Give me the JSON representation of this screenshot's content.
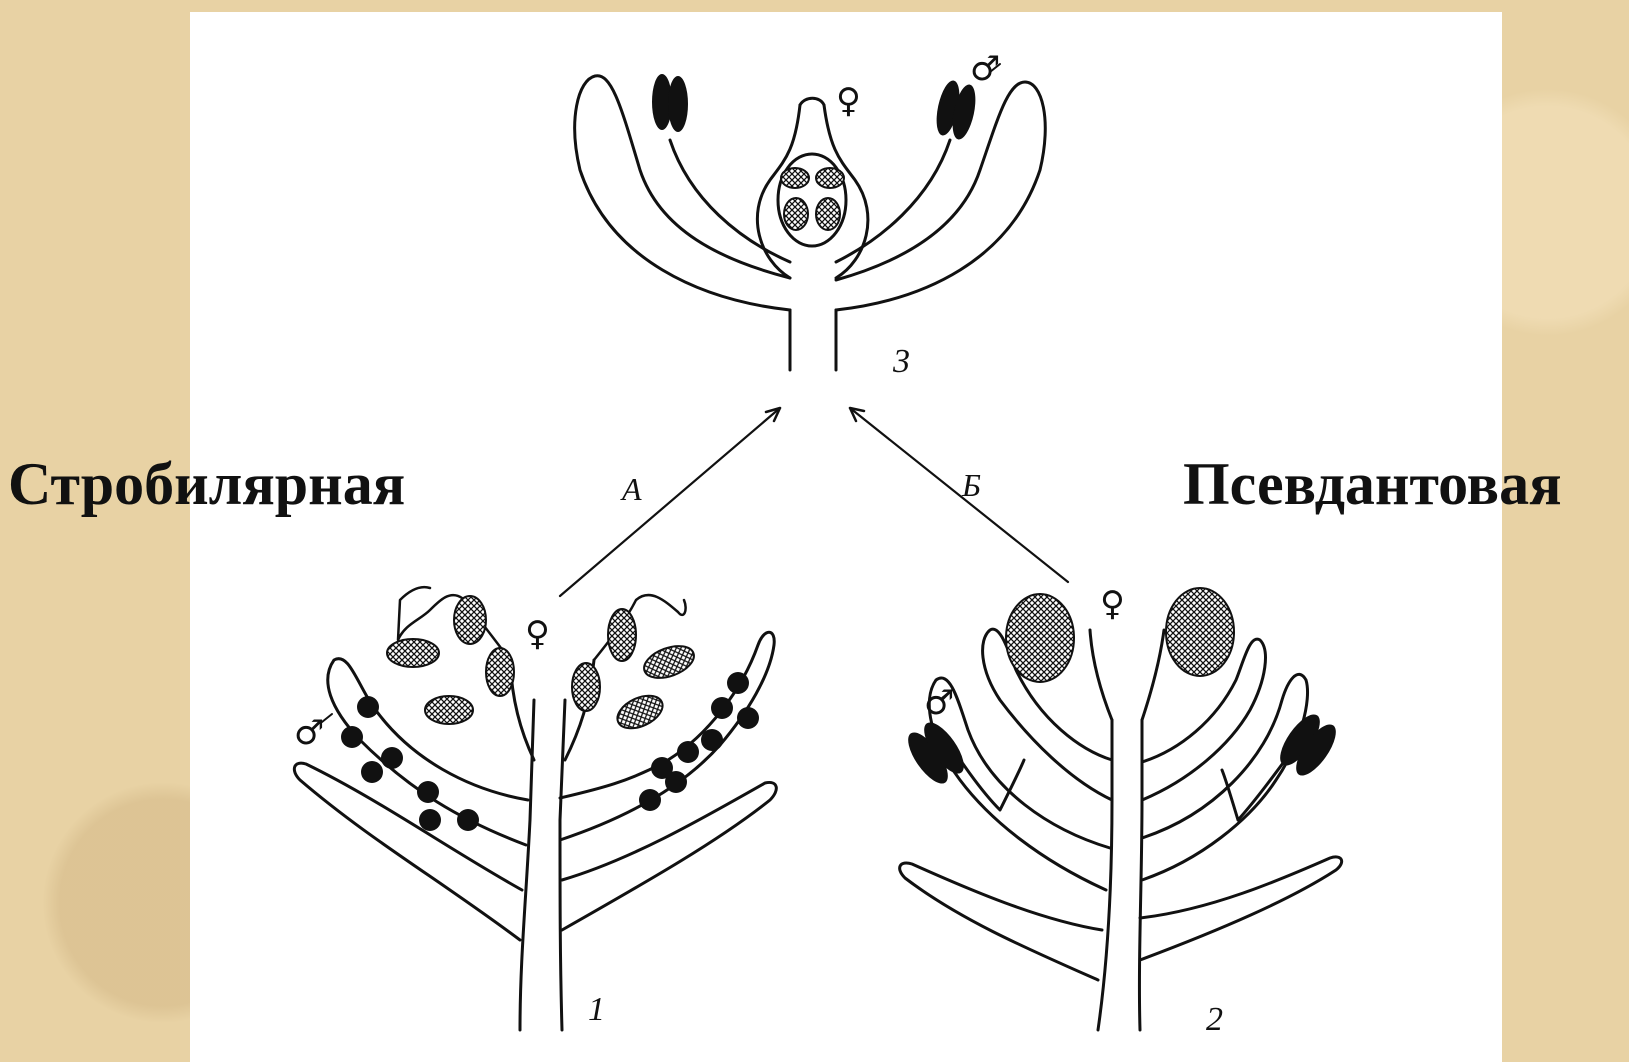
{
  "titles": {
    "left": "Стробилярная",
    "right": "Псевдантовая"
  },
  "labels": {
    "n1": "1",
    "n2": "2",
    "n3": "3",
    "a": "А",
    "b": "Б",
    "female": "♀",
    "male": "♂"
  },
  "colors": {
    "background": "#e8d2a4",
    "sheet": "#ffffff",
    "ink": "#111111"
  }
}
